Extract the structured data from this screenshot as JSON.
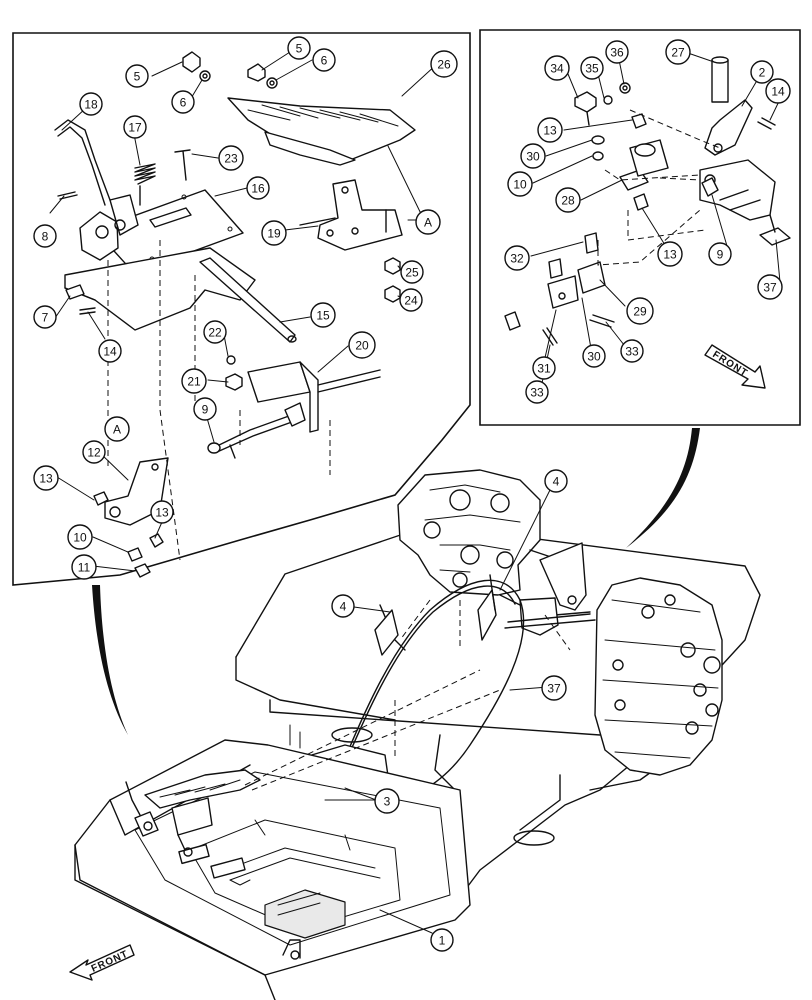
{
  "figure": {
    "front_label": "FRONT",
    "ref_label": "A"
  },
  "callouts": [
    {
      "id": "c5a",
      "label": "5"
    },
    {
      "id": "c5b",
      "label": "5"
    },
    {
      "id": "c6a",
      "label": "6"
    },
    {
      "id": "c6b",
      "label": "6"
    },
    {
      "id": "c26",
      "label": "26"
    },
    {
      "id": "c18",
      "label": "18"
    },
    {
      "id": "c17",
      "label": "17"
    },
    {
      "id": "c23",
      "label": "23"
    },
    {
      "id": "c16",
      "label": "16"
    },
    {
      "id": "c8",
      "label": "8"
    },
    {
      "id": "c19",
      "label": "19"
    },
    {
      "id": "cAtop",
      "label": "A"
    },
    {
      "id": "c25",
      "label": "25"
    },
    {
      "id": "c24",
      "label": "24"
    },
    {
      "id": "c7",
      "label": "7"
    },
    {
      "id": "c15",
      "label": "15"
    },
    {
      "id": "c14a",
      "label": "14"
    },
    {
      "id": "c22",
      "label": "22"
    },
    {
      "id": "c20",
      "label": "20"
    },
    {
      "id": "c21",
      "label": "21"
    },
    {
      "id": "c9a",
      "label": "9"
    },
    {
      "id": "cAbot",
      "label": "A"
    },
    {
      "id": "c12",
      "label": "12"
    },
    {
      "id": "c13a",
      "label": "13"
    },
    {
      "id": "c13b",
      "label": "13"
    },
    {
      "id": "c10a",
      "label": "10"
    },
    {
      "id": "c11",
      "label": "11"
    },
    {
      "id": "c34",
      "label": "34"
    },
    {
      "id": "c35",
      "label": "35"
    },
    {
      "id": "c36",
      "label": "36"
    },
    {
      "id": "c27",
      "label": "27"
    },
    {
      "id": "c2",
      "label": "2"
    },
    {
      "id": "c14b",
      "label": "14"
    },
    {
      "id": "c13c",
      "label": "13"
    },
    {
      "id": "c30a",
      "label": "30"
    },
    {
      "id": "c10b",
      "label": "10"
    },
    {
      "id": "c28",
      "label": "28"
    },
    {
      "id": "c13d",
      "label": "13"
    },
    {
      "id": "c9b",
      "label": "9"
    },
    {
      "id": "c37a",
      "label": "37"
    },
    {
      "id": "c32",
      "label": "32"
    },
    {
      "id": "c29",
      "label": "29"
    },
    {
      "id": "c31",
      "label": "31"
    },
    {
      "id": "c30b",
      "label": "30"
    },
    {
      "id": "c33a",
      "label": "33"
    },
    {
      "id": "c33b",
      "label": "33"
    },
    {
      "id": "c4a",
      "label": "4"
    },
    {
      "id": "c4b",
      "label": "4"
    },
    {
      "id": "c37b",
      "label": "37"
    },
    {
      "id": "c3",
      "label": "3"
    },
    {
      "id": "c1",
      "label": "1"
    }
  ]
}
